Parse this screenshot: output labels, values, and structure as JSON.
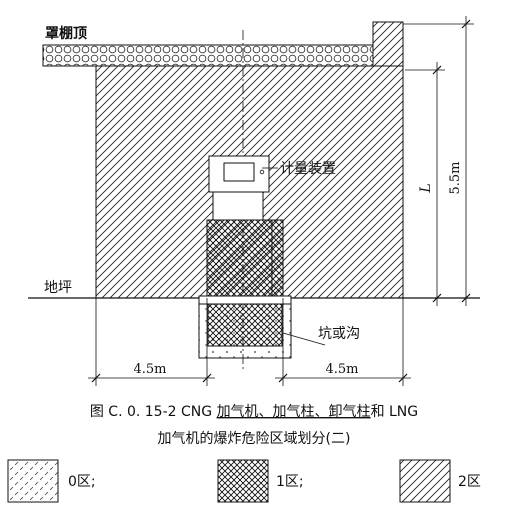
{
  "labels": {
    "canopy_top": "罩棚顶",
    "metering_device": "计量装置",
    "ground": "地坪",
    "pit_or_trench": "坑或沟",
    "dim_left": "4.5m",
    "dim_right": "4.5m",
    "dim_L": "L",
    "dim_height": "5.5m"
  },
  "caption": {
    "line1_prefix": "图 C. 0. 15-2 CNG ",
    "line1_underlined": "加气机、加气柱、卸气柱",
    "line1_suffix": "和 LNG",
    "line2": "加气机的爆炸危险区域划分(二)"
  },
  "legend": [
    {
      "label": "0区;",
      "pattern": "dashed-hatch"
    },
    {
      "label": "1区;",
      "pattern": "cross-hatch"
    },
    {
      "label": "2区",
      "pattern": "diagonal-hatch"
    }
  ],
  "colors": {
    "ink": "#111111",
    "background": "#ffffff"
  }
}
